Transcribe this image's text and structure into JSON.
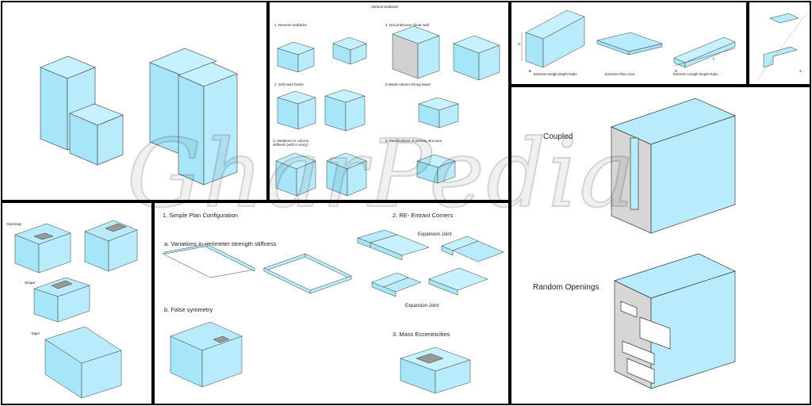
{
  "watermark": "GharPedia",
  "colors": {
    "sky_top": "#bfefff",
    "sky_side": "#9fe4fa",
    "grid": "#3a3a3a",
    "concrete": "#d6d6d6"
  },
  "vertical_setbacks": {
    "title": "Vertical Setbacks",
    "labels": [
      "1. Reverse setbacks",
      "4. Discontinuous shear wall",
      "2. Soft story frame",
      "5.Weak column strong beam",
      "3. Variations in column stiffness (with in story)",
      "6. Modifications of primary structure"
    ]
  },
  "ratios": {
    "labels": [
      "Extreme Heigh Depth Ratio",
      "Extreme Plan Area",
      "Extreme Length  Depth Ratio"
    ],
    "dim_letters": [
      "H",
      "B",
      "L",
      "D"
    ]
  },
  "corner_icon": {
    "letter": "X"
  },
  "coupled": {
    "title": "Coupled"
  },
  "random_openings": {
    "title": "Random Openings"
  },
  "left_bottom": {
    "labels": [
      "Openings",
      "Shape",
      "Taper"
    ]
  },
  "plan": {
    "heading1": "1.  Simple Plan Configuration",
    "sub_a": "a.  Variations in perimeter strength stiffness",
    "sub_b": "b. False symmetry",
    "heading2": "2. RE- Entrant Corners",
    "expansion1": "Expansion Joint",
    "expansion2": "Expansion Joint",
    "heading3": "3. Mass Eccentricities"
  }
}
